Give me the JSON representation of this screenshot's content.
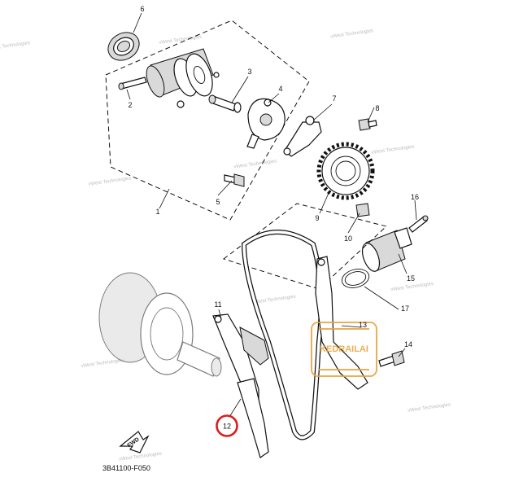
{
  "callouts": [
    {
      "id": "1",
      "label": "1"
    },
    {
      "id": "2",
      "label": "2"
    },
    {
      "id": "3",
      "label": "3"
    },
    {
      "id": "4",
      "label": "4"
    },
    {
      "id": "5",
      "label": "5"
    },
    {
      "id": "6",
      "label": "6"
    },
    {
      "id": "7",
      "label": "7"
    },
    {
      "id": "8",
      "label": "8"
    },
    {
      "id": "9",
      "label": "9"
    },
    {
      "id": "10",
      "label": "10"
    },
    {
      "id": "11",
      "label": "11"
    },
    {
      "id": "12",
      "label": "12"
    },
    {
      "id": "13",
      "label": "13"
    },
    {
      "id": "14",
      "label": "14"
    },
    {
      "id": "15",
      "label": "15"
    },
    {
      "id": "16",
      "label": "16"
    },
    {
      "id": "17",
      "label": "17"
    }
  ],
  "highlighted_callout": "12",
  "highlight_color": "#d81e1e",
  "watermark_text": "vWest Technologies",
  "diagram_code": "3B41100-F050",
  "fwd_label": "FWD",
  "logo": {
    "text": "KEDRAILAI",
    "color": "#e8a23a"
  }
}
